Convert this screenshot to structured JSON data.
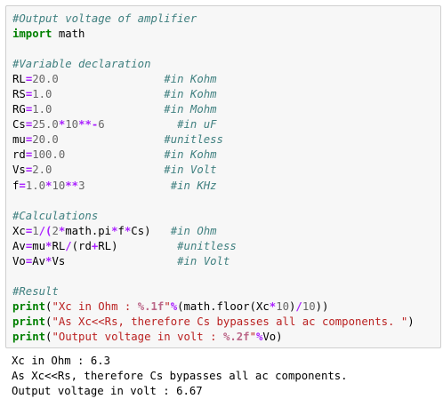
{
  "code": {
    "comment_title": "#Output voltage of amplifier",
    "import_kw": "import",
    "import_mod": " math",
    "comment_vars": "#Variable declaration",
    "v_rl": {
      "name": "RL",
      "eq": "=",
      "val": "20.0",
      "pad": "                ",
      "cmt": "#in Kohm"
    },
    "v_rs": {
      "name": "RS",
      "eq": "=",
      "val": "1.0",
      "pad": "                 ",
      "cmt": "#in Kohm"
    },
    "v_rg": {
      "name": "RG",
      "eq": "=",
      "val": "1.0",
      "pad": "                 ",
      "cmt": "#in Mohm"
    },
    "v_cs": {
      "name": "Cs",
      "eq": "=",
      "val1": "25.0",
      "op1": "*",
      "val2": "10",
      "op2": "**-",
      "val3": "6",
      "pad": "           ",
      "cmt": "#in uF"
    },
    "v_mu": {
      "name": "mu",
      "eq": "=",
      "val": "20.0",
      "pad": "                ",
      "cmt": "#unitless"
    },
    "v_rd": {
      "name": "rd",
      "eq": "=",
      "val": "100.0",
      "pad": "               ",
      "cmt": "#in Kohm"
    },
    "v_vs": {
      "name": "Vs",
      "eq": "=",
      "val": "2.0",
      "pad": "                 ",
      "cmt": "#in Volt"
    },
    "v_f": {
      "name": "f",
      "eq": "=",
      "val1": "1.0",
      "op1": "*",
      "val2": "10",
      "op2": "**",
      "val3": "3",
      "pad": "             ",
      "cmt": "#in KHz"
    },
    "comment_calc": "#Calculations",
    "calc_xc": {
      "a": "Xc",
      "eq": "=",
      "n1": "1",
      "op1": "/(",
      "n2": "2",
      "op2": "*",
      "t1": "math.pi",
      "op3": "*",
      "t2": "f",
      "op4": "*",
      "t3": "Cs)",
      "pad": "   ",
      "cmt": "#in Ohm"
    },
    "calc_av": {
      "a": "Av",
      "eq": "=",
      "t1": "mu",
      "op1": "*",
      "t2": "RL",
      "op2": "/",
      "t3": "(rd",
      "op3": "+",
      "t4": "RL)",
      "pad": "         ",
      "cmt": "#unitless"
    },
    "calc_vo": {
      "a": "Vo",
      "eq": "=",
      "t1": "Av",
      "op1": "*",
      "t2": "Vs",
      "pad": "                 ",
      "cmt": "#in Volt"
    },
    "comment_result": "#Result",
    "print_kw": "print",
    "p1": {
      "open": "(",
      "str_a": "\"Xc in Ohm : ",
      "fmt": "%.1f",
      "str_b": "\"",
      "op": "%",
      "rest_a": "(math.floor(Xc",
      "op2": "*",
      "num": "10",
      "rest_b": ")",
      "op3": "/",
      "num2": "10",
      "close": "))"
    },
    "p2": {
      "open": "(",
      "str": "\"As Xc<<Rs, therefore Cs bypasses all ac components. \"",
      "close": ")"
    },
    "p3": {
      "open": "(",
      "str_a": "\"Output voltage in volt : ",
      "fmt": "%.2f",
      "str_b": "\"",
      "op": "%",
      "rest": "Vo)"
    }
  },
  "output": {
    "line1": "Xc in Ohm : 6.3",
    "line2": "As Xc<<Rs, therefore Cs bypasses all ac components.",
    "line3": "Output voltage in volt : 6.67"
  }
}
